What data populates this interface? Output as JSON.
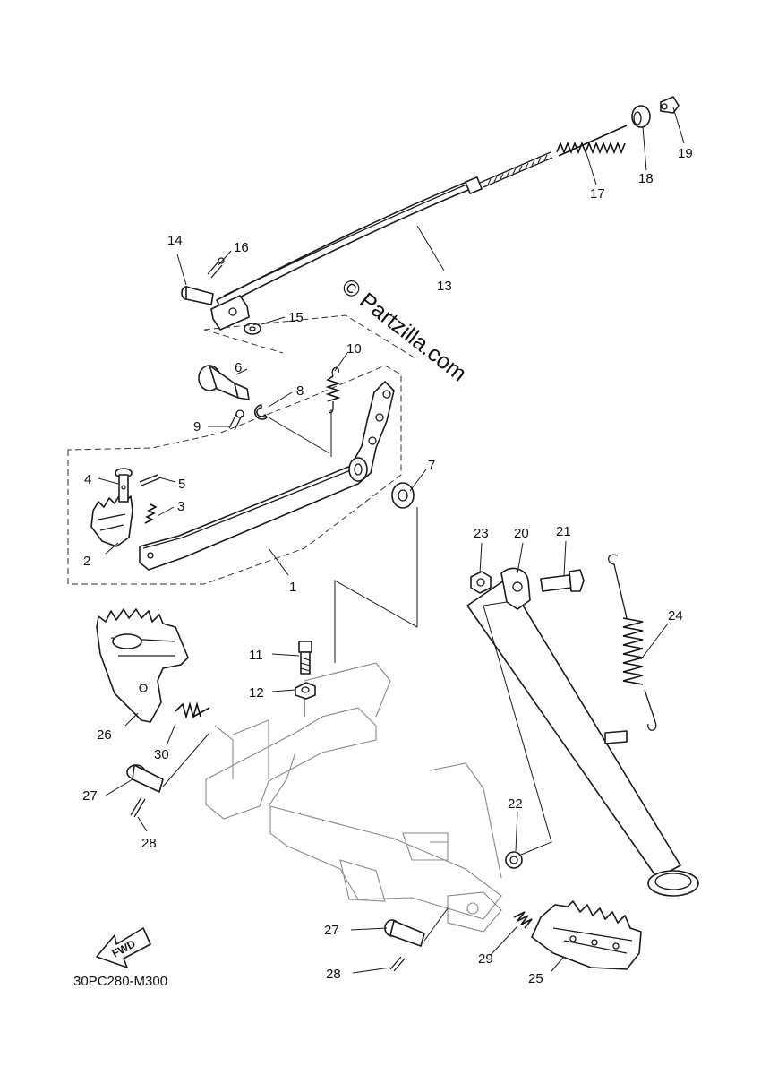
{
  "watermark": "© Partzilla.com",
  "fwd_label": "FWD",
  "diagram_code": "30PC280-M300",
  "callouts": [
    "1",
    "2",
    "3",
    "4",
    "5",
    "6",
    "7",
    "8",
    "9",
    "10",
    "11",
    "12",
    "13",
    "14",
    "15",
    "16",
    "17",
    "18",
    "19",
    "20",
    "21",
    "22",
    "23",
    "24",
    "25",
    "26",
    "27",
    "27",
    "28",
    "28",
    "29",
    "30"
  ]
}
